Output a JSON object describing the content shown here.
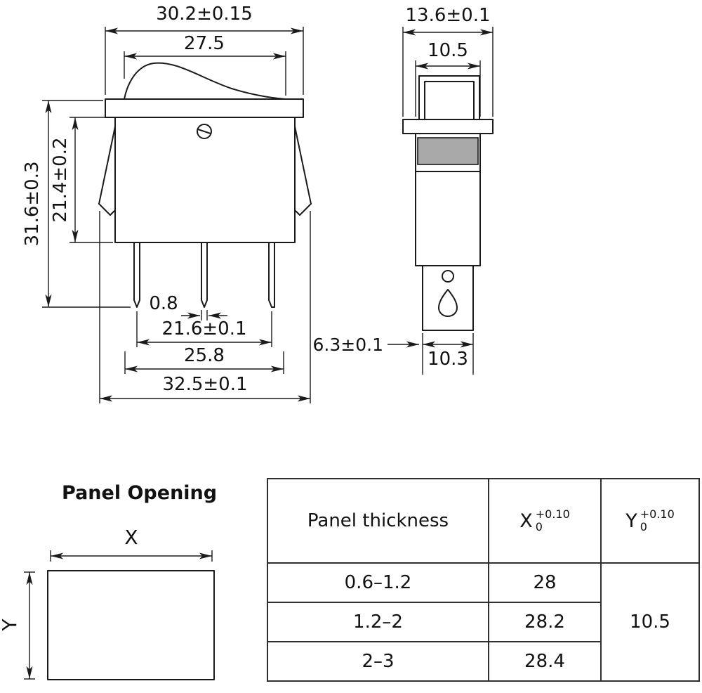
{
  "front_view": {
    "dims": {
      "top_width": "30.2±0.15",
      "rocker_width": "27.5",
      "overall_height": "31.6±0.3",
      "body_height": "21.4±0.2",
      "pin_thickness": "0.8",
      "pin_span": "21.6±0.1",
      "lower_width": "25.8",
      "clip_span": "32.5±0.1"
    }
  },
  "side_view": {
    "dims": {
      "top_width": "13.6±0.1",
      "body_width": "10.5",
      "bottom_offset": "6.3±0.1",
      "bottom_width": "10.3"
    }
  },
  "panel_opening": {
    "title": "Panel Opening",
    "x_label": "X",
    "y_label": "Y"
  },
  "table": {
    "header": {
      "thickness": "Panel thickness",
      "x_base": "X",
      "x_tol_upper": "+0.10",
      "x_tol_lower": "0",
      "y_base": "Y",
      "y_tol_upper": "+0.10",
      "y_tol_lower": "0"
    },
    "rows": [
      {
        "thickness": "0.6–1.2",
        "x": "28"
      },
      {
        "thickness": "1.2–2",
        "x": "28.2"
      },
      {
        "thickness": "2–3",
        "x": "28.4"
      }
    ],
    "y_value": "10.5"
  },
  "colors": {
    "line": "#1a1a1a",
    "shade": "#a8a8a8",
    "background": "#ffffff"
  }
}
